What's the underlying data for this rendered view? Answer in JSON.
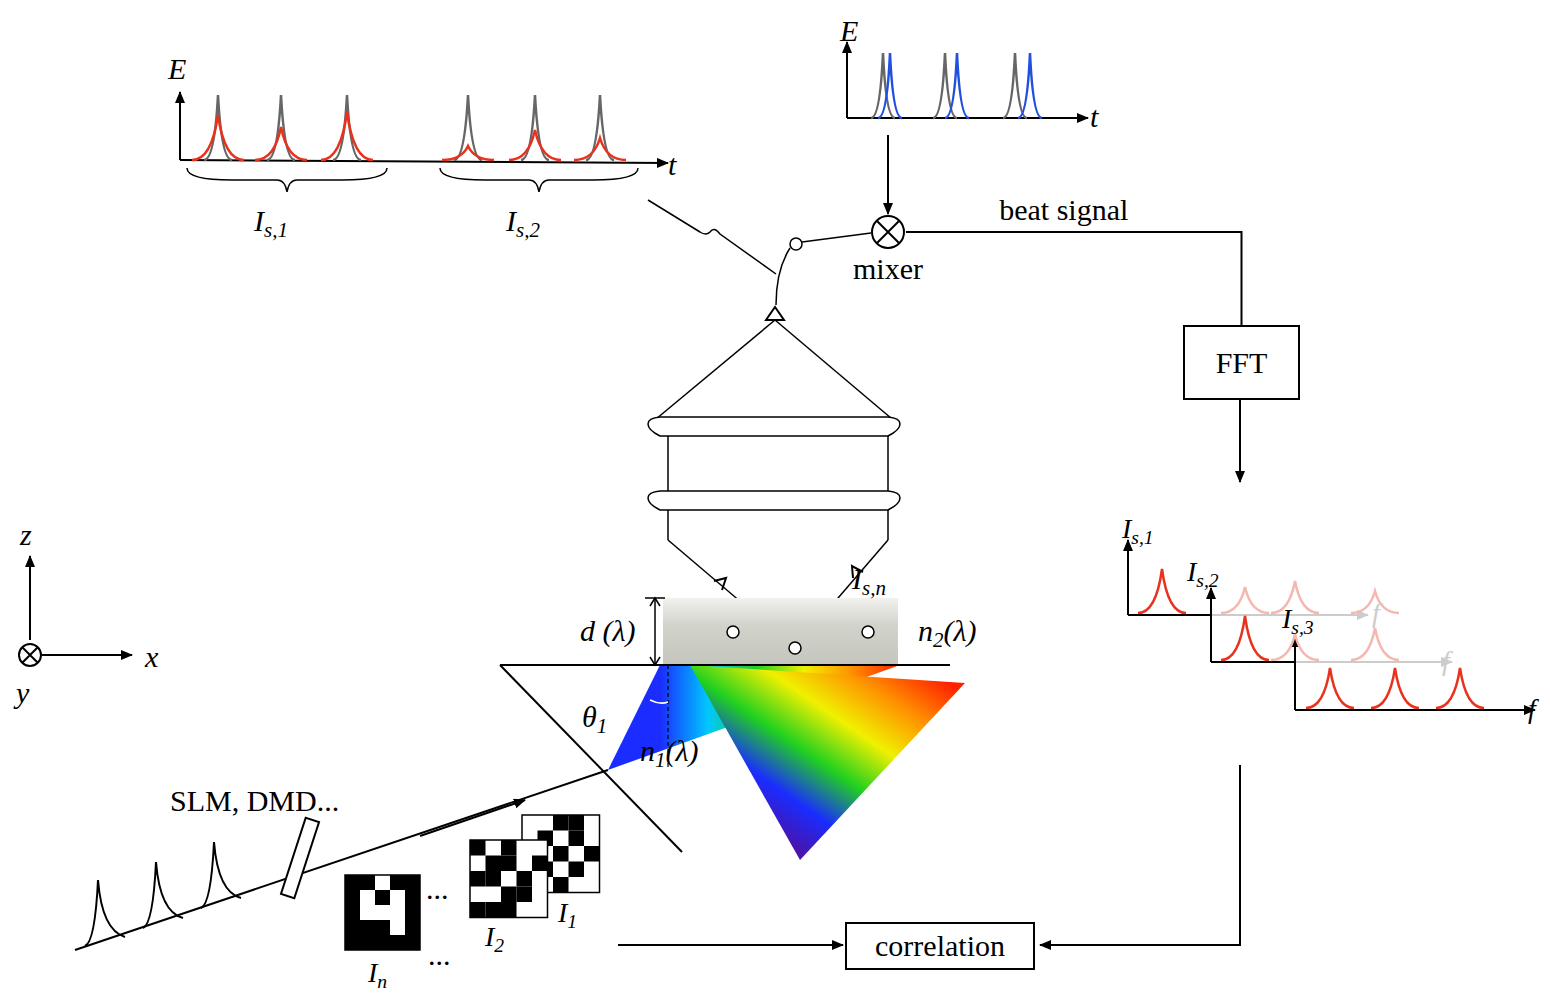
{
  "diagram": {
    "nodes": [
      {
        "text": [
          "mixer"
        ]
      },
      {
        "text": [
          "FFT"
        ]
      },
      {
        "text": [
          "correlation"
        ]
      }
    ],
    "edges": [
      {
        "from": 0,
        "to": 1,
        "arrow": "none",
        "label": "beat signal"
      }
    ],
    "labels": [
      "E",
      "t",
      "Is,1",
      "Is,2",
      "E",
      "t",
      "Is,1",
      "Is,2",
      "Is,3",
      "f",
      "f",
      "f",
      "Is,n",
      "d (λ)",
      "n2(λ)",
      "θ1",
      "n1(λ)",
      "z",
      "x",
      "y",
      "SLM, DMD...",
      "I1",
      "I2",
      "In",
      "...",
      "..."
    ]
  }
}
